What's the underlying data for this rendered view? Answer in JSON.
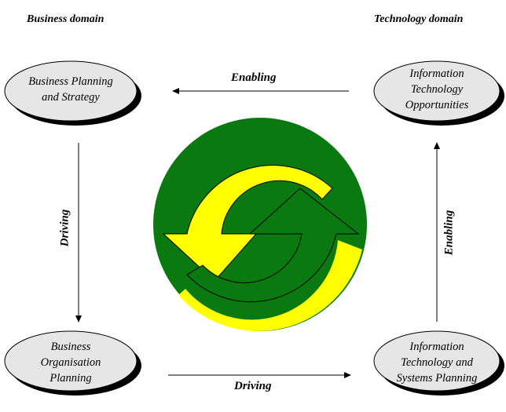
{
  "domains": {
    "business": "Business domain",
    "technology": "Technology domain"
  },
  "nodes": {
    "business_planning": [
      "Business Planning",
      "and Strategy"
    ],
    "it_opportunities": [
      "Information",
      "Technology",
      "Opportunities"
    ],
    "business_org": [
      "Business",
      "Organisation",
      "Planning"
    ],
    "it_systems": [
      "Information",
      "Technology and",
      "Systems Planning"
    ]
  },
  "edges": {
    "top": "Enabling",
    "left": "Driving",
    "right": "Enabling",
    "bottom": "Driving"
  },
  "colors": {
    "node_fill": "#e6e6e6",
    "green": "#0a7a10",
    "yellow": "#ffff00"
  }
}
